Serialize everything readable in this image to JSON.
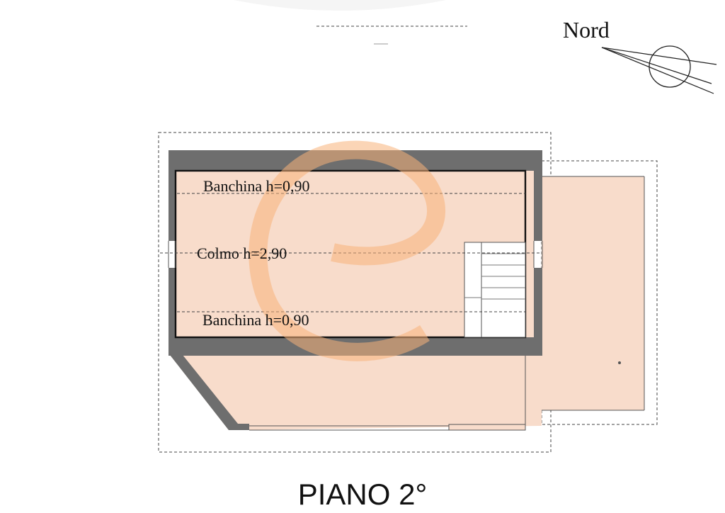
{
  "plan": {
    "title": "PIANO 2°",
    "north_label": "Nord",
    "labels": {
      "banchina_top": "Banchina h=0,90",
      "colmo": "Colmo h=2,90",
      "banchina_bottom": "Banchina h=0,90"
    }
  },
  "colors": {
    "room_fill": "#f8dccb",
    "wall": "#6e6e6e",
    "watermark": "#f7b27a"
  }
}
